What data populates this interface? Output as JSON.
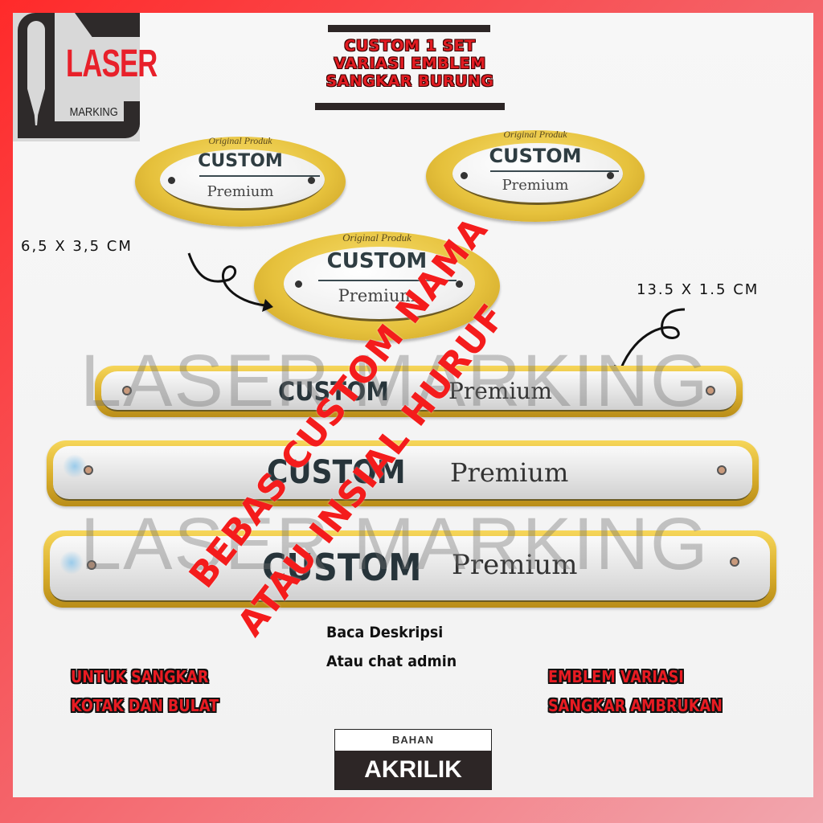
{
  "logo": {
    "word1": "LASER",
    "word2": "MARKING",
    "icon": "laser-engraver-tool-icon"
  },
  "title": {
    "lines": [
      "CUSTOM 1 SET",
      "VARIASI EMBLEM",
      "SANGKAR BURUNG"
    ]
  },
  "watermark": {
    "text": "LASER MARKING"
  },
  "oval_emblems": [
    {
      "top_text": "Original Produk",
      "main_text": "CUSTOM",
      "sub_text": "Premium"
    },
    {
      "top_text": "Original Produk",
      "main_text": "CUSTOM",
      "sub_text": "Premium"
    },
    {
      "top_text": "Original Produk",
      "main_text": "CUSTOM",
      "sub_text": "Premium"
    }
  ],
  "bar_emblems": [
    {
      "main_text": "CUSTOM",
      "sub_text": "Premium"
    },
    {
      "main_text": "CUSTOM",
      "sub_text": "Premium"
    },
    {
      "main_text": "CUSTOM",
      "sub_text": "Premium"
    }
  ],
  "dimensions": {
    "oval": "6,5 X 3,5 CM",
    "bar": "13.5 X 1.5 CM"
  },
  "promo": {
    "line1": "BEBAS CUSTOM NAMA",
    "line2": "ATAU INSIAL HURUF",
    "color": "#f41c1c"
  },
  "note": {
    "line1": "Baca Deskripsi",
    "line2": "Atau chat admin"
  },
  "left_caption": {
    "line1": "UNTUK SANGKAR",
    "line2": "KOTAK DAN BULAT"
  },
  "right_caption": {
    "line1": "EMBLEM VARIASI",
    "line2": "SANGKAR AMBRUKAN"
  },
  "material": {
    "label": "BAHAN",
    "value": "AKRILIK"
  },
  "colors": {
    "frame_red": "#ff2a2a",
    "frame_pink": "#f2a6ae",
    "gold": "#e6c13c",
    "dark": "#2d2626"
  }
}
